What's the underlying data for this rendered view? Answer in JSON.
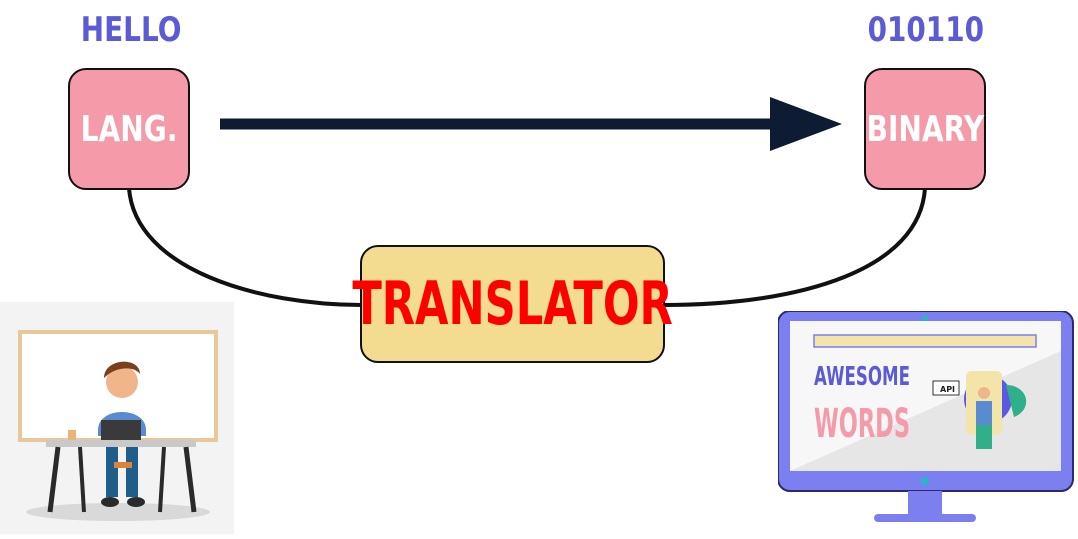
{
  "diagram": {
    "source_label": "HELLO",
    "target_label": "010110",
    "source_box": "LANG.",
    "target_box": "BINARY",
    "middle_box": "TRANSLATOR"
  },
  "monitor": {
    "headline_1": "AWESOME",
    "headline_2": "WORDS",
    "api_tag": "API"
  },
  "colors": {
    "label_blue": "#5b5bd6",
    "box_pink": "#f59aa8",
    "translator_yellow": "#f3db8f",
    "translator_text": "#ff0000",
    "arrow": "#0d1b33",
    "monitor_frame": "#7b7ff0"
  },
  "icons": [
    "developer-illustration",
    "monitor-illustration"
  ]
}
